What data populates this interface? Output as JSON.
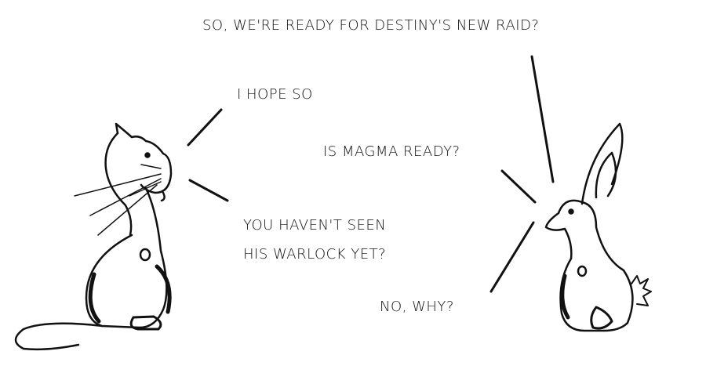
{
  "dialogue": {
    "rabbit_line_1": "SO, WE'RE READY FOR DESTINY'S NEW RAID?",
    "cat_line_1": "I HOPE SO",
    "rabbit_line_2": "IS MAGMA READY?",
    "cat_line_2a": "YOU HAVEN'T SEEN",
    "cat_line_2b": "HIS WARLOCK YET?",
    "rabbit_line_3": "NO, WHY?"
  },
  "colors": {
    "ink": "#111111",
    "background": "#ffffff"
  }
}
